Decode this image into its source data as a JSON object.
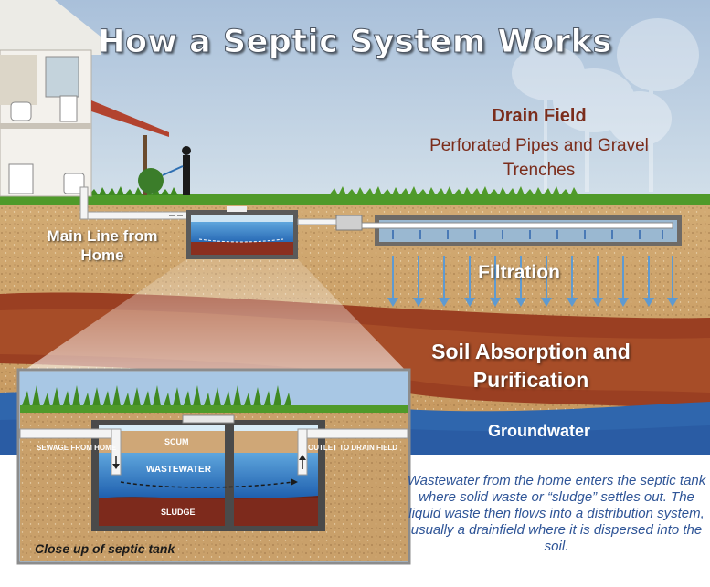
{
  "title": "How a Septic System Works",
  "drain_field": {
    "heading": "Drain Field",
    "subheading": "Perforated Pipes and Gravel Trenches"
  },
  "labels": {
    "main_line": "Main Line from Home",
    "filtration": "Filtration",
    "soil_absorption": "Soil Absorption and Purification",
    "groundwater": "Groundwater"
  },
  "inset": {
    "caption": "Close up of septic tank",
    "scum": "SCUM",
    "wastewater": "WASTEWATER",
    "sludge": "SLUDGE",
    "sewage_from_home": "SEWAGE FROM HOME",
    "outlet_to_drain_field": "OUTLET TO DRAIN FIELD"
  },
  "description": "Wastewater from the home enters the septic tank where solid waste or “sludge” settles out. The liquid waste then flows into a distribution system, usually a drainfield where it is dispersed into the soil.",
  "colors": {
    "sky": "#b8cbe0",
    "grass": "#4f9a2a",
    "soil": "#c9a06a",
    "clay": "#9a3f22",
    "groundwater": "#2f66ad",
    "drain_field_text": "#7b2d1c",
    "caption_text": "#2f5597"
  }
}
